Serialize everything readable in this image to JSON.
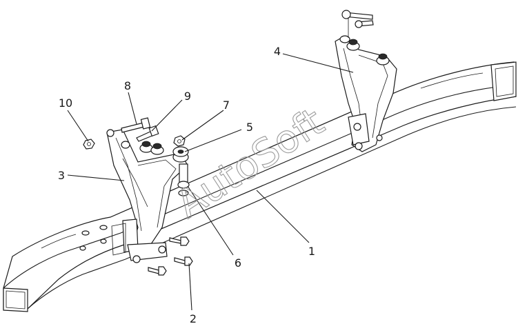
{
  "watermark": "AutoSoft",
  "callouts": [
    "1",
    "2",
    "3",
    "4",
    "5",
    "6",
    "7",
    "8",
    "9",
    "10"
  ]
}
